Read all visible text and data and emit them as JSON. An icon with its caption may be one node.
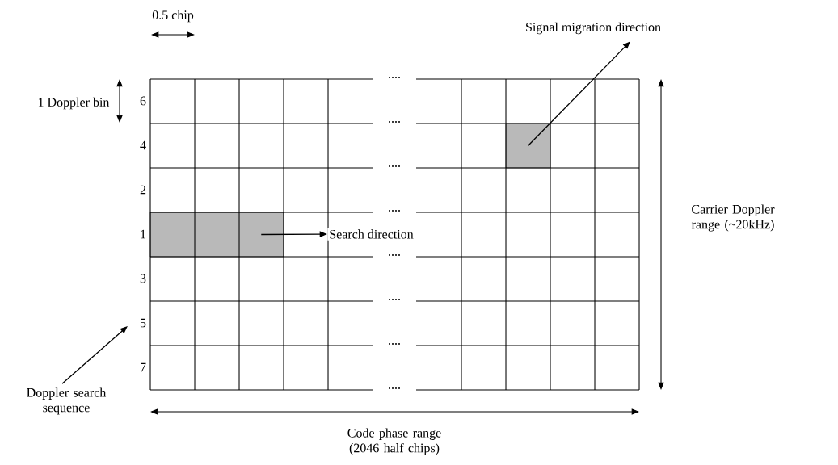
{
  "diagram": {
    "nodes": [
      {
        "text": [
          "Signal migration direction"
        ]
      },
      {
        "text": [],
        "shape": "box"
      },
      {
        "text": [],
        "shape": "box"
      },
      {
        "text": [
          "Search direction"
        ]
      },
      {
        "text": [
          "Doppler search sequence"
        ]
      }
    ],
    "edges": [
      {
        "from": 1,
        "to": 0,
        "arrow": "to"
      },
      {
        "from": 2,
        "to": 3,
        "arrow": "to"
      },
      {
        "from": 4,
        "to": null,
        "arrow": "to"
      }
    ],
    "labels": [
      "0.5 chip",
      "1 Doppler bin",
      "6",
      "4",
      "2",
      "1",
      "3",
      "5",
      "7",
      "....",
      "....",
      "....",
      "....",
      "....",
      "....",
      "....",
      "....",
      "Carrier Doppler range (~20kHz)",
      "Code phase range (2046 half chips)"
    ]
  }
}
